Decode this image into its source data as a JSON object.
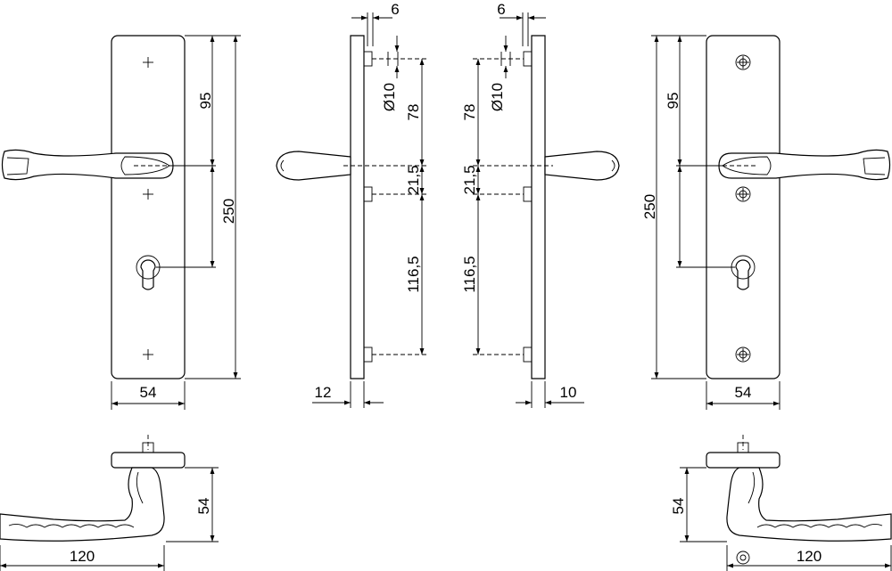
{
  "dimensions": {
    "front_left": {
      "width": "54",
      "height": "250",
      "spindle_to_keyhole": "95"
    },
    "side_left": {
      "top_offset": "6",
      "screw_diameter": "Ø10",
      "screw_to_spindle": "78",
      "spindle_to_screw": "21,5",
      "screw_to_bottom_screw": "116,5",
      "plate_thickness": "12"
    },
    "side_right": {
      "top_offset": "6",
      "screw_diameter": "Ø10",
      "screw_to_spindle": "78",
      "spindle_to_screw": "21,5",
      "screw_to_bottom_screw": "116,5",
      "plate_thickness": "10"
    },
    "front_right": {
      "width": "54",
      "height": "250",
      "spindle_to_keyhole": "95"
    },
    "top_left": {
      "projection": "54",
      "length": "120"
    },
    "top_right": {
      "projection": "54",
      "length": "120"
    }
  }
}
